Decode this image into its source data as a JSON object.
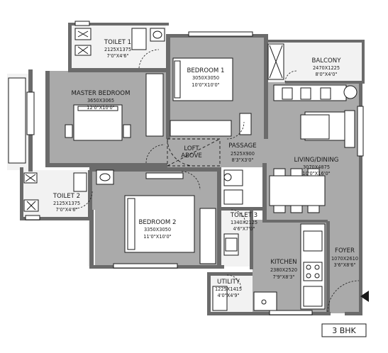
{
  "rooms": {
    "toilet1": {
      "name": "TOILET 1",
      "metric": "2125X1375",
      "imperial": "7'0\"X4'6\""
    },
    "master_bedroom": {
      "name": "MASTER BEDROOM",
      "metric": "3650X3065",
      "imperial": "12'0\"X10'0\""
    },
    "bedroom1": {
      "name": "BEDROOM 1",
      "metric": "3050X3050",
      "imperial": "10'0\"X10'0\""
    },
    "balcony": {
      "name": "BALCONY",
      "metric": "2470X1225",
      "imperial": "8'0\"X4'0\""
    },
    "loft": {
      "name1": "LOFT",
      "name2": "ABOVE"
    },
    "passage": {
      "name": "PASSAGE",
      "metric": "2525X900",
      "imperial": "8'3\"X3'0\""
    },
    "living_dining": {
      "name": "LIVING/DINING",
      "metric": "3070X4875",
      "imperial": "10'0\"X16'0\""
    },
    "toilet2": {
      "name": "TOILET 2",
      "metric": "2125X1375",
      "imperial": "7'0\"X4'6\""
    },
    "bedroom2": {
      "name": "BEDROOM 2",
      "metric": "3350X3050",
      "imperial": "11'0\"X10'0\""
    },
    "toilet3": {
      "name": "TOILET 3",
      "metric": "1340X2125",
      "imperial": "4'6\"X7'0\""
    },
    "kitchen": {
      "name": "KITCHEN",
      "metric": "2380X2520",
      "imperial": "7'9\"X8'3\""
    },
    "foyer": {
      "name": "FOYER",
      "metric": "1070X2610",
      "imperial": "3'6\"X8'6\""
    },
    "utility": {
      "name": "UTILITY",
      "metric": "1225X1415",
      "imperial": "4'0\"X4'9\""
    }
  },
  "unit_tag": "3 BHK",
  "colors": {
    "wall": "#6b6b6b",
    "floor": "#aaaaaa",
    "wet": "#f2f2f2",
    "line": "#1a1a1a"
  }
}
